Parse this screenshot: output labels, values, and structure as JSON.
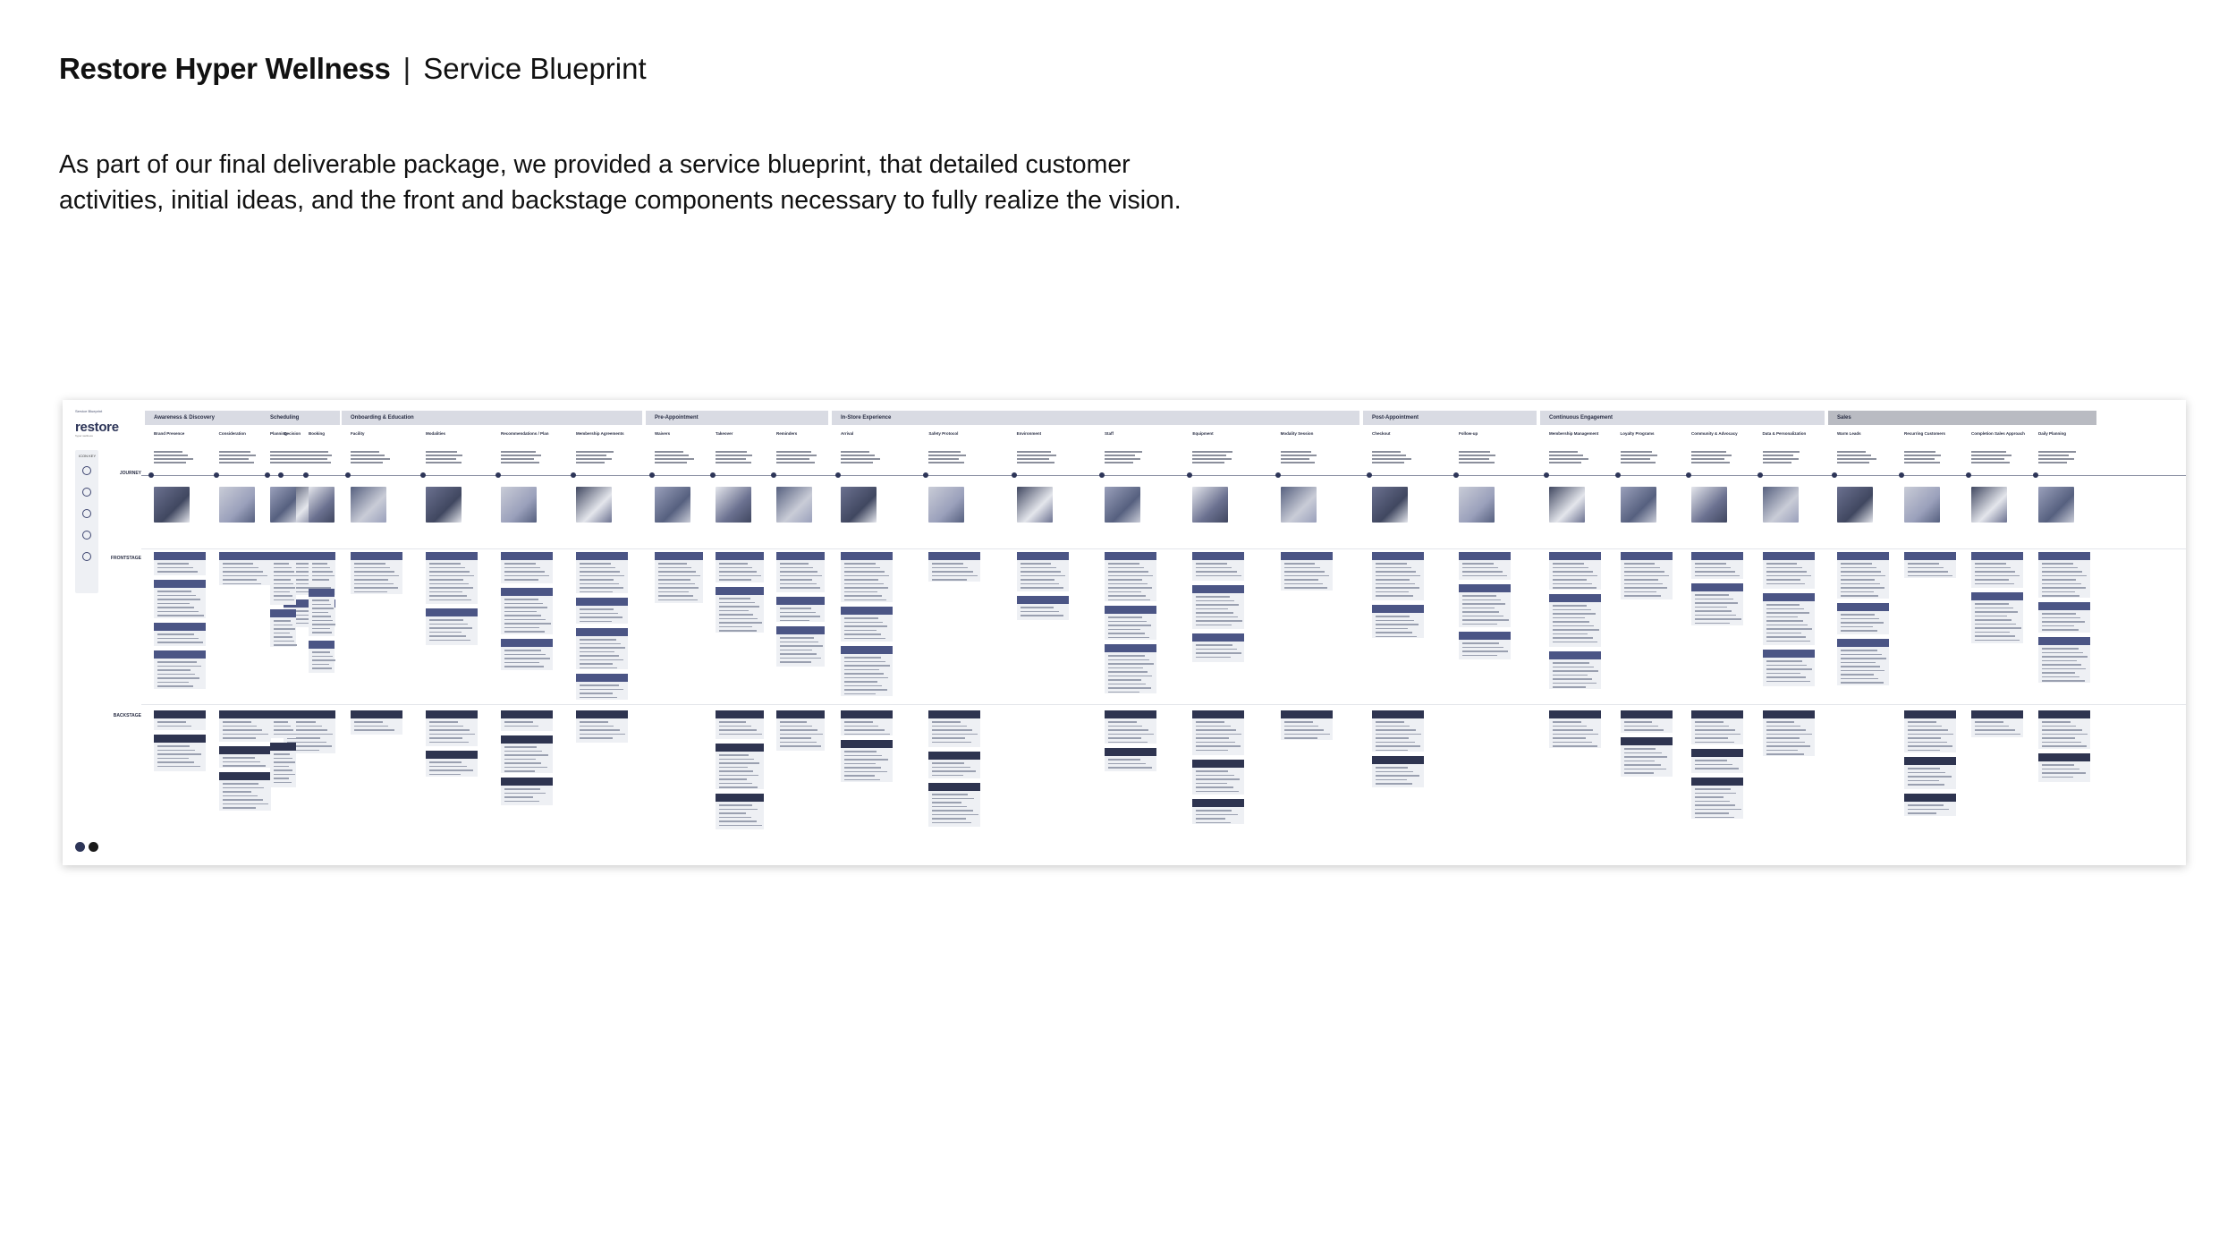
{
  "header": {
    "brand": "Restore Hyper Wellness",
    "separator": "|",
    "subtitle": "Service Blueprint"
  },
  "intro": {
    "line1": "As part of our final deliverable package, we provided a service blueprint, that detailed customer",
    "line2": "activities, initial ideas, and the front and backstage components necessary to fully realize the vision."
  },
  "blueprint": {
    "logo_small": "Service Blueprint",
    "logo": "restore",
    "logo_tagline": "hyper wellness",
    "icon_key_title": "ICON KEY",
    "row_labels": {
      "journey": "JOURNEY",
      "frontstage": "FRONTSTAGE",
      "backstage": "BACKSTAGE"
    },
    "phases": [
      {
        "name": "Awareness & Discovery",
        "steps": [
          "Brand Presence",
          "Consideration",
          "Decision"
        ]
      },
      {
        "name": "Scheduling",
        "steps": [
          "Planning",
          "Booking"
        ]
      },
      {
        "name": "Onboarding & Education",
        "steps": [
          "Facility",
          "Modalities",
          "Recommendations / Plan",
          "Membership Agreements"
        ]
      },
      {
        "name": "Pre-Appointment",
        "steps": [
          "Waivers",
          "Takeover",
          "Reminders"
        ]
      },
      {
        "name": "In-Store Experience",
        "steps": [
          "Arrival",
          "Safety Protocol",
          "Environment",
          "Staff",
          "Equipment",
          "Modality Session"
        ]
      },
      {
        "name": "Post-Appointment",
        "steps": [
          "Checkout",
          "Follow-up"
        ]
      },
      {
        "name": "Continuous Engagement",
        "steps": [
          "Membership Management",
          "Loyalty Programs",
          "Community & Advocacy",
          "Data & Personalization"
        ]
      },
      {
        "name": "Sales",
        "steps": [
          "Warm Leads",
          "Recurring Customers",
          "Completion Sales Approach",
          "Daily Planning"
        ]
      }
    ]
  }
}
